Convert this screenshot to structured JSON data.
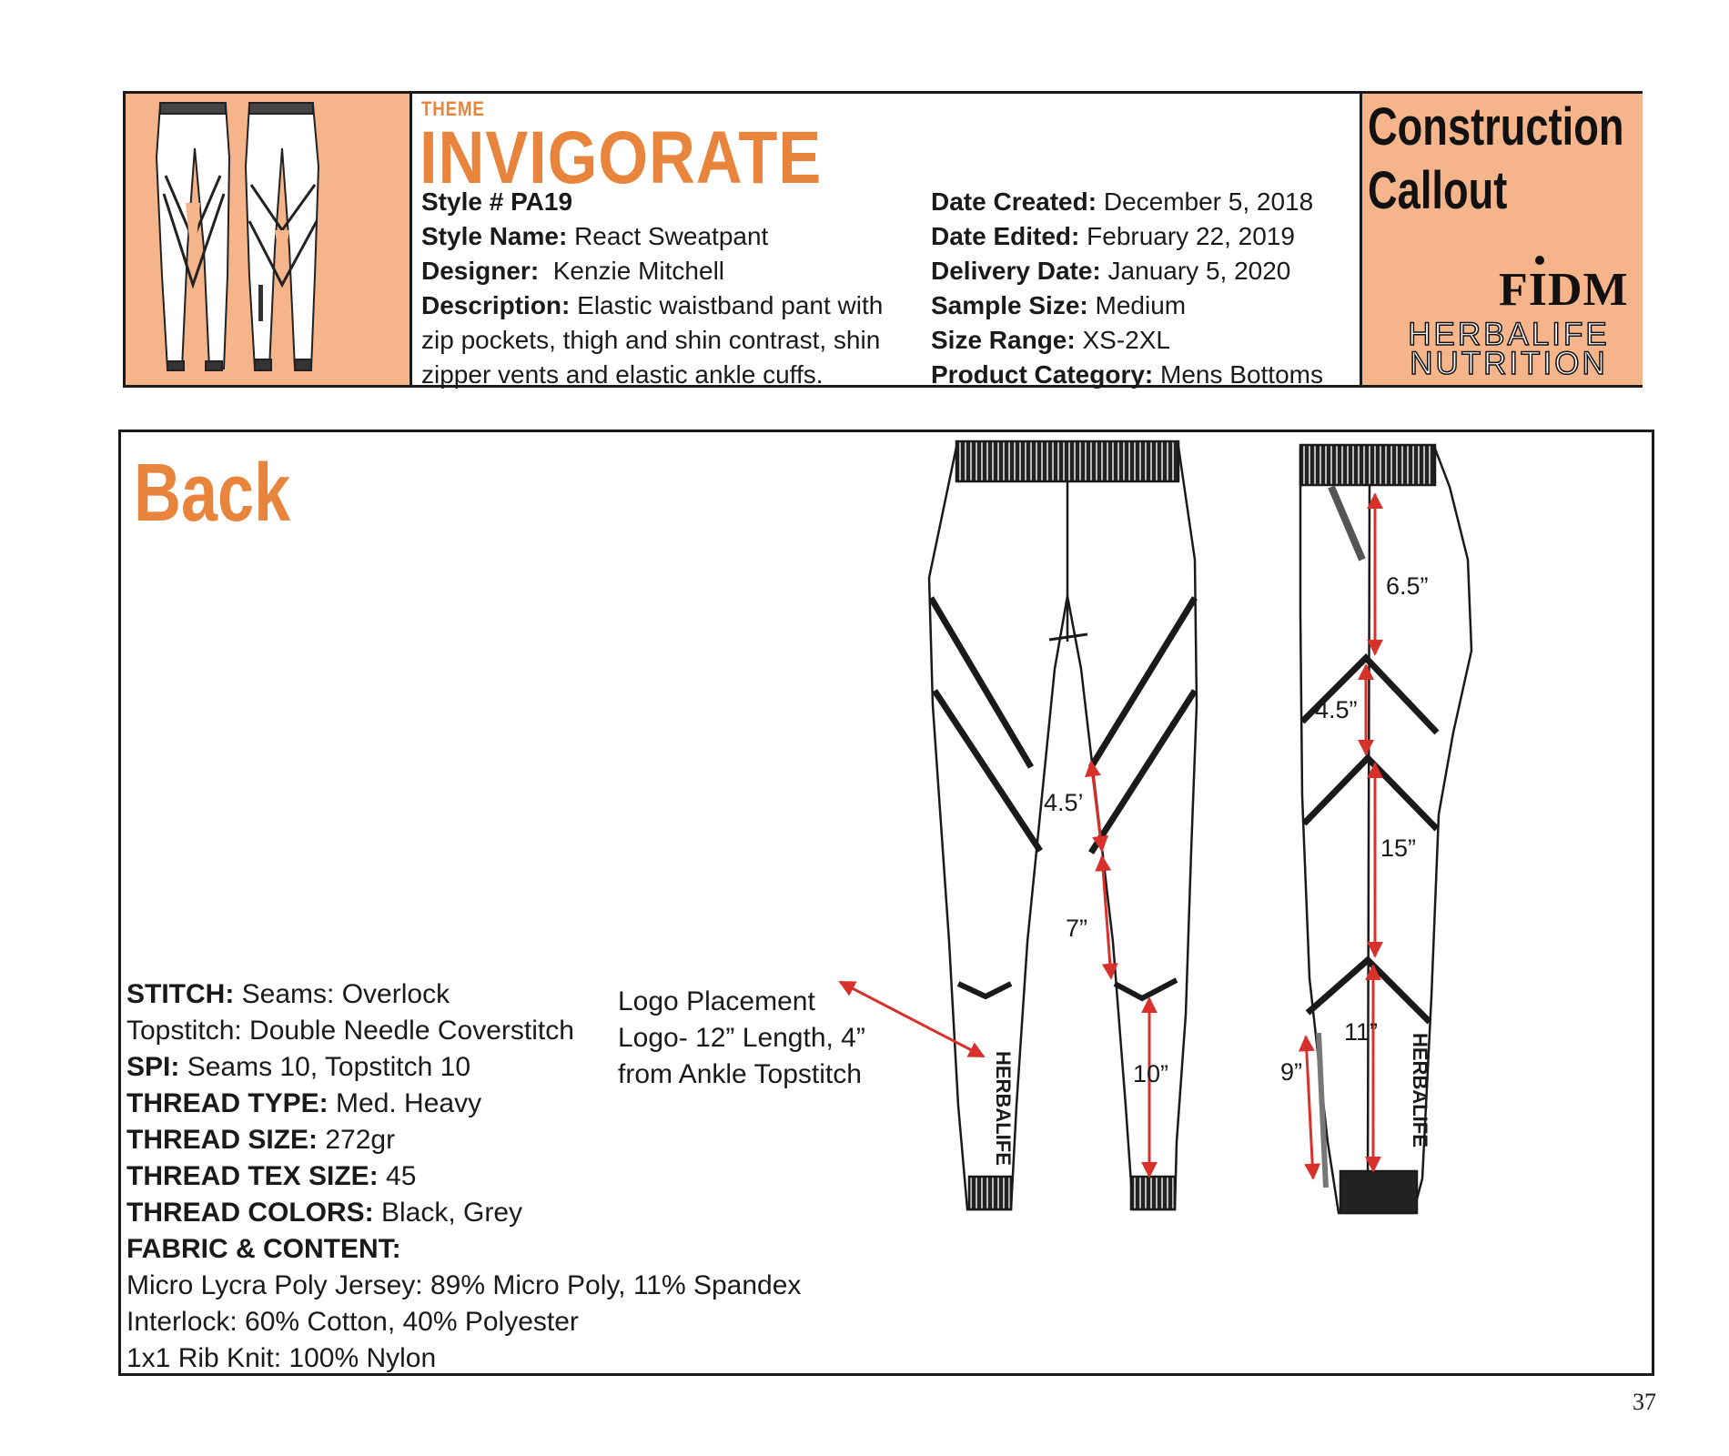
{
  "header": {
    "theme_label": "THEME",
    "theme_name": "INVIGORATE",
    "left_fields": [
      {
        "label": "Style #",
        "value": "PA19"
      },
      {
        "label": "Style Name:",
        "value": "React Sweatpant"
      },
      {
        "label": "Designer:",
        "value": "Kenzie Mitchell"
      },
      {
        "label": "Description:",
        "value": "Elastic waistband pant with"
      }
    ],
    "description_lines": [
      "zip pockets, thigh and shin contrast, shin",
      "zipper vents and elastic ankle cuffs."
    ],
    "right_fields": [
      {
        "label": "Date Created:",
        "value": "December 5, 2018"
      },
      {
        "label": "Date Edited:",
        "value": "February 22, 2019"
      },
      {
        "label": "Delivery Date:",
        "value": "January 5, 2020"
      },
      {
        "label": "Sample Size:",
        "value": "Medium"
      },
      {
        "label": "Size Range:",
        "value": "XS-2XL"
      },
      {
        "label": "Product Category:",
        "value": "Mens Bottoms"
      }
    ],
    "callout_title_1": "Construction",
    "callout_title_2": "Callout",
    "brand_fidm": "FIDM",
    "brand_herbalife_1": "HERBALIFE",
    "brand_herbalife_2": "NUTRITION"
  },
  "main": {
    "view_title": "Back",
    "specs": [
      {
        "label": "STITCH:",
        "value": "Seams: Overlock"
      },
      {
        "label": "",
        "value": "Topstitch: Double Needle Coverstitch"
      },
      {
        "label": "SPI:",
        "value": "Seams 10, Topstitch 10"
      },
      {
        "label": "THREAD TYPE:",
        "value": "Med. Heavy"
      },
      {
        "label": "THREAD SIZE:",
        "value": "272gr"
      },
      {
        "label": "THREAD TEX SIZE:",
        "value": "45"
      },
      {
        "label": "THREAD COLORS:",
        "value": "Black, Grey"
      },
      {
        "label": "FABRIC & CONTENT:",
        "value": ""
      },
      {
        "label": "",
        "value": "Micro Lycra Poly Jersey: 89% Micro Poly, 11% Spandex"
      },
      {
        "label": "",
        "value": "Interlock: 60% Cotton, 40% Polyester"
      },
      {
        "label": "",
        "value": "1x1 Rib Knit: 100% Nylon"
      }
    ],
    "logo_note": [
      "Logo Placement",
      "Logo- 12” Length, 4”",
      "from Ankle Topstitch"
    ],
    "back_dims": {
      "upper": "4.5’",
      "mid": "7”",
      "lower": "10”"
    },
    "side_dims": {
      "d1": "6.5”",
      "d2": "4.5”",
      "d3": "15”",
      "d4": "11”",
      "d5": "9”"
    },
    "logo_text": "HERBALIFE"
  },
  "page_number": "37",
  "colors": {
    "accent_orange": "#e8843c",
    "panel_peach": "#f6b48a",
    "measure_red": "#d8302b",
    "ink": "#1a1a1a"
  }
}
